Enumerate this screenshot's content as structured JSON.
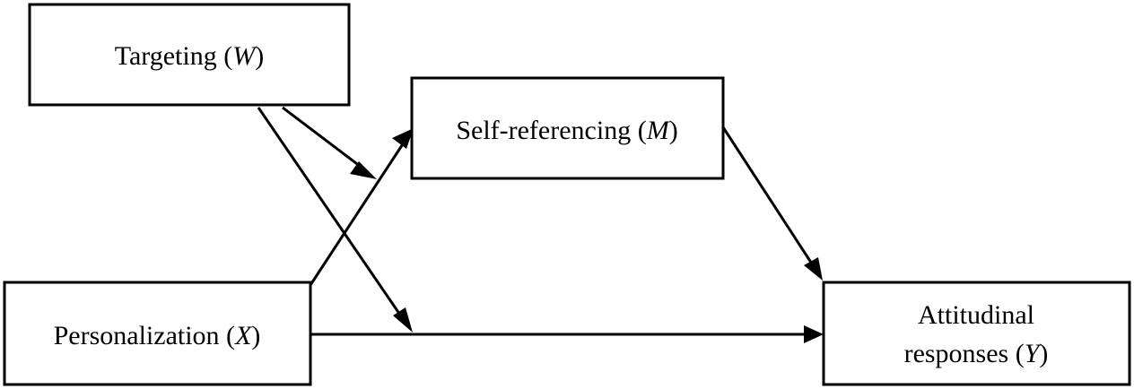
{
  "nodes": {
    "targeting": {
      "prefix": "Targeting (",
      "var": "W",
      "suffix": ")"
    },
    "self_referencing": {
      "prefix": "Self-referencing (",
      "var": "M",
      "suffix": ")"
    },
    "personalization": {
      "prefix": "Personalization (",
      "var": "X",
      "suffix": ")"
    },
    "attitudinal": {
      "line1": "Attitudinal",
      "line2_prefix": "responses (",
      "var": "Y",
      "line2_suffix": ")"
    }
  },
  "colors": {
    "stroke": "#000000",
    "background": "#ffffff"
  }
}
